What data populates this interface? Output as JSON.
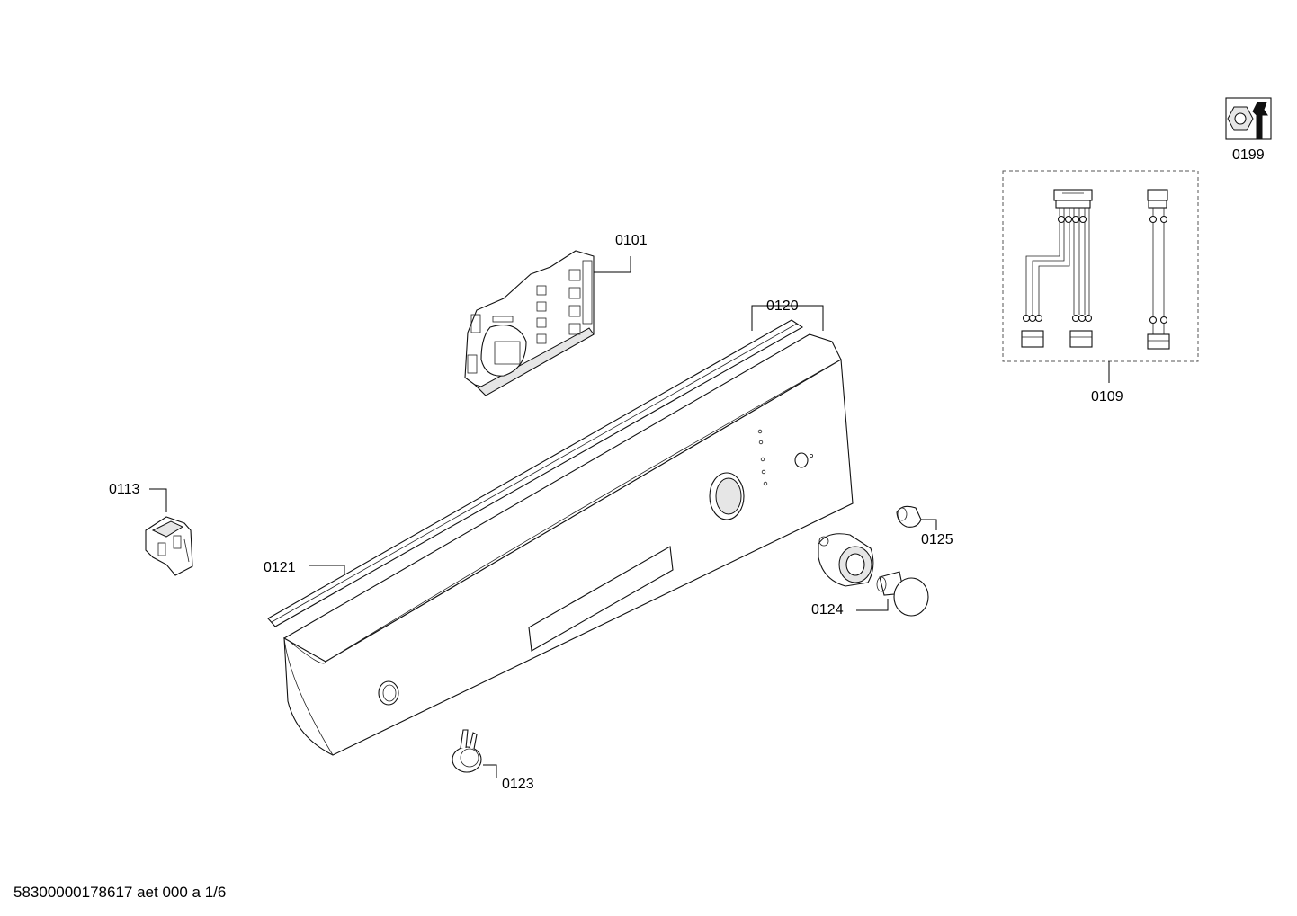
{
  "parts": [
    {
      "id": "p0101",
      "label": "0101"
    },
    {
      "id": "p0109",
      "label": "0109"
    },
    {
      "id": "p0113",
      "label": "0113"
    },
    {
      "id": "p0120",
      "label": "0120"
    },
    {
      "id": "p0121",
      "label": "0121"
    },
    {
      "id": "p0123",
      "label": "0123"
    },
    {
      "id": "p0124",
      "label": "0124"
    },
    {
      "id": "p0125",
      "label": "0125"
    },
    {
      "id": "p0199",
      "label": "0199"
    }
  ],
  "footer": {
    "text": "58300000178617 aet 000 a 1/6"
  }
}
